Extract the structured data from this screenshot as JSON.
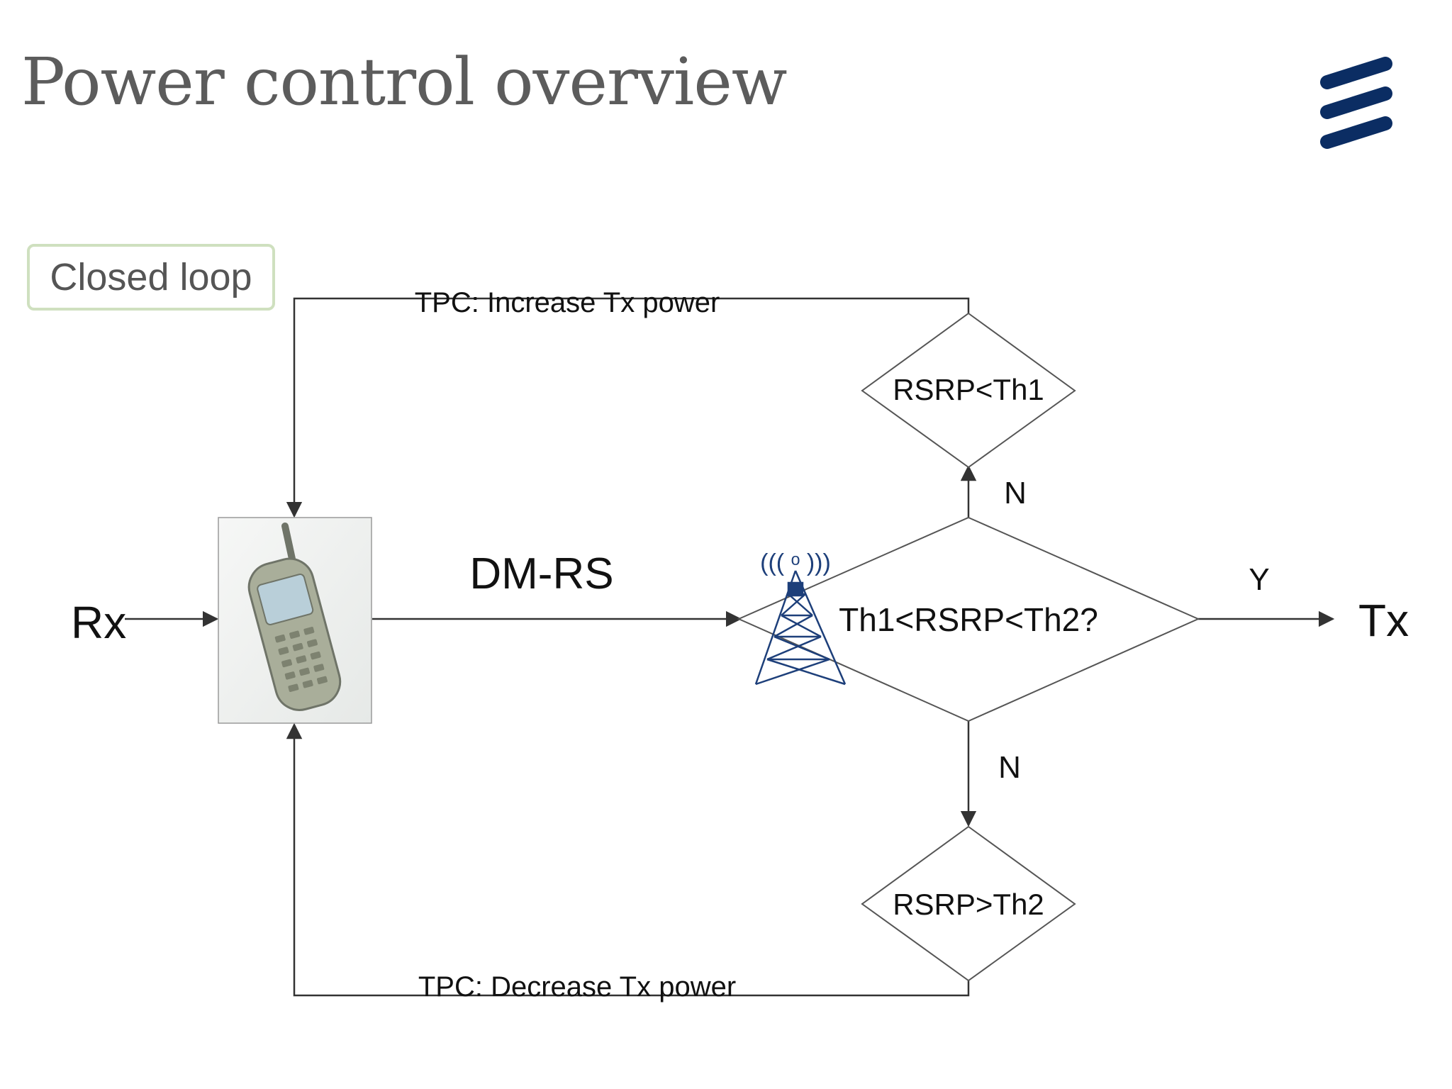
{
  "slide": {
    "title": "Power control overview",
    "badge": "Closed loop"
  },
  "diagram": {
    "rx_label": "Rx",
    "tx_label": "Tx",
    "signal_label": "DM-RS",
    "main_decision": "Th1<RSRP<Th2?",
    "upper_decision": "RSRP<Th1",
    "lower_decision": "RSRP>Th2",
    "yes_label": "Y",
    "no_label_upper": "N",
    "no_label_lower": "N",
    "increase_label": "TPC: Increase Tx power",
    "decrease_label": "TPC: Decrease Tx power",
    "tower_signal_glyph": "((( ᵒ )))"
  },
  "colors": {
    "logo": "#0b2d63",
    "badge_border": "#cfe0bf",
    "line": "#333333"
  },
  "icons": [
    "ericsson-logo",
    "mobile-phone-icon",
    "cell-tower-icon"
  ]
}
